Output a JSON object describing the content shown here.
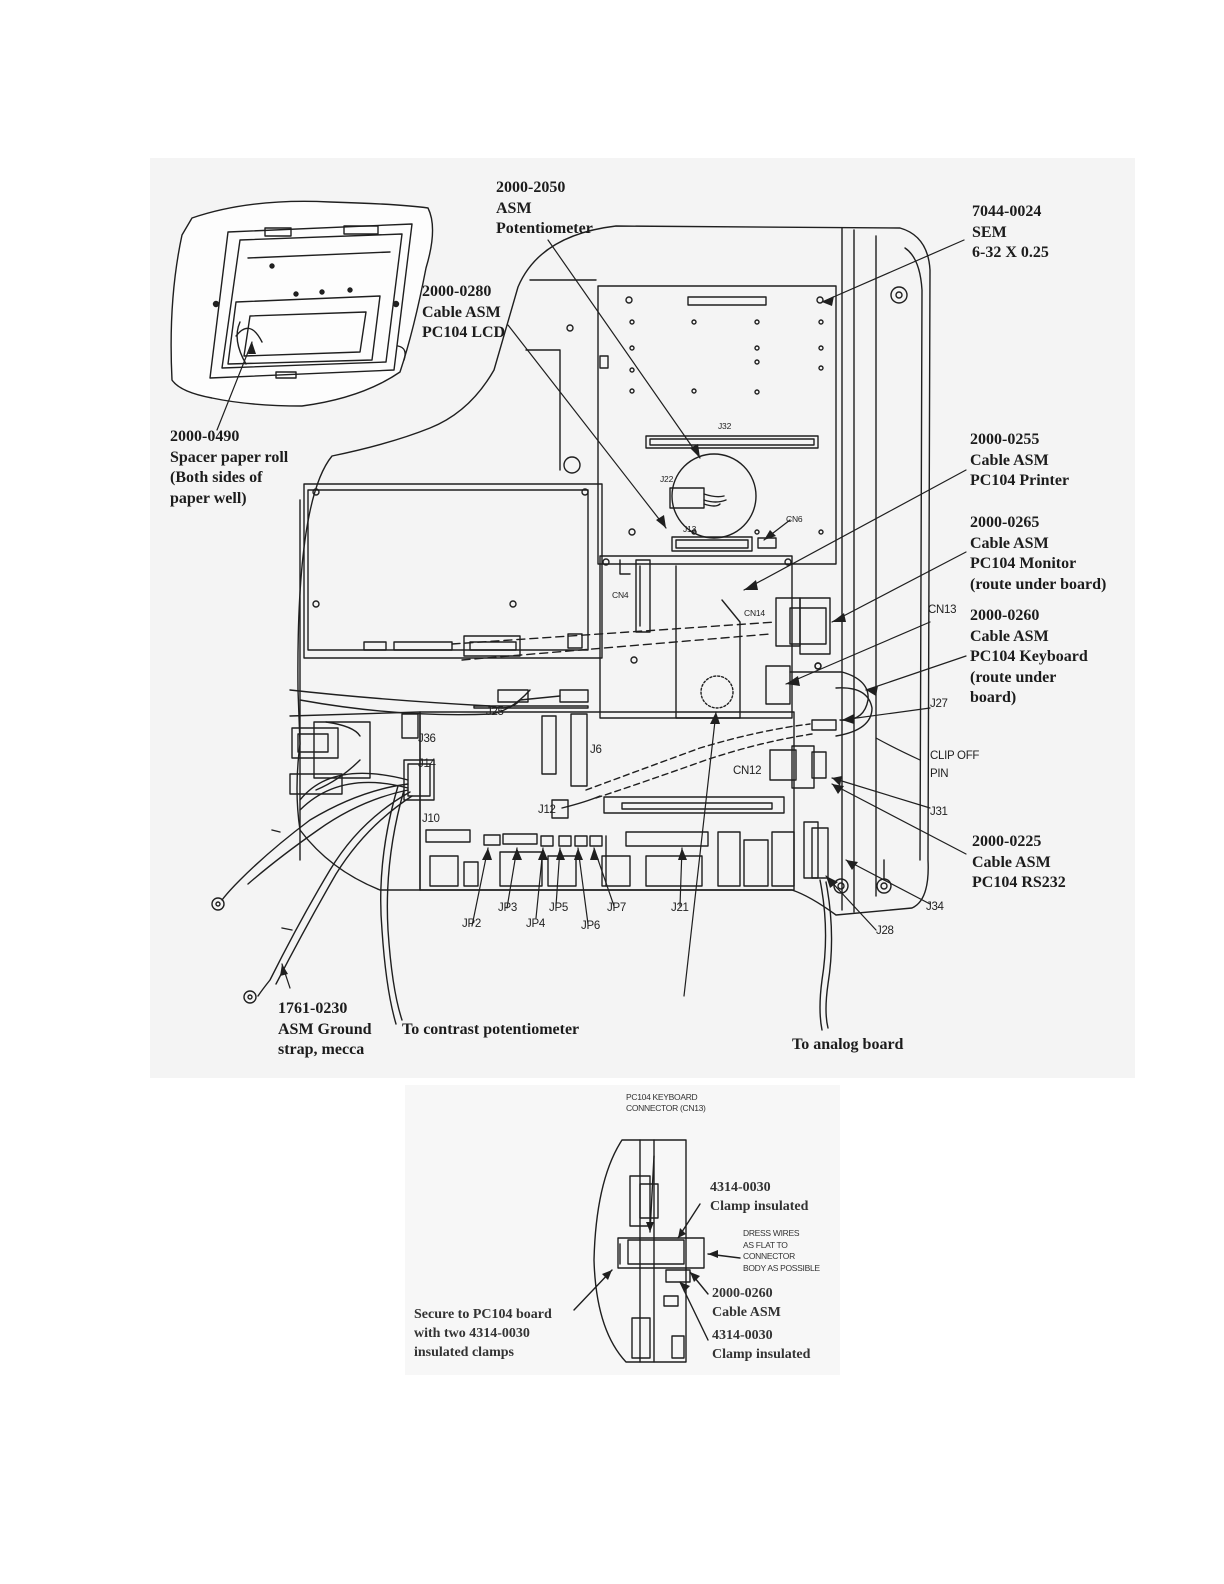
{
  "callouts": {
    "pot": [
      "2000-2050",
      "ASM",
      "Potentiometer"
    ],
    "sem": [
      "7044-0024",
      "SEM",
      "6-32 X 0.25"
    ],
    "lcd": [
      "2000-0280",
      "Cable ASM",
      "PC104 LCD"
    ],
    "spacer": [
      "2000-0490",
      "Spacer paper roll",
      "(Both sides of",
      "paper well)"
    ],
    "printer": [
      "2000-0255",
      "Cable ASM",
      "PC104 Printer"
    ],
    "monitor": [
      "2000-0265",
      "Cable ASM",
      "PC104 Monitor",
      "(route under board)"
    ],
    "keyboard": [
      "2000-0260",
      "Cable ASM",
      "PC104 Keyboard",
      "(route under",
      "board)"
    ],
    "rs232": [
      "2000-0225",
      "Cable ASM",
      "PC104 RS232"
    ],
    "ground": [
      "1761-0230",
      "ASM Ground",
      "strap, mecca"
    ],
    "contrast": "To contrast potentiometer",
    "analog": "To analog board"
  },
  "part_labels": {
    "cn13": "CN13",
    "j27": "J27",
    "clip_off": [
      "CLIP OFF",
      "PIN"
    ],
    "j31": "J31",
    "j34": "J34",
    "j28": "J28",
    "jp2": "JP2",
    "jp3": "JP3",
    "jp4": "JP4",
    "jp5": "JP5",
    "jp6": "JP6",
    "jp7": "JP7",
    "j21": "J21",
    "j10": "J10",
    "j12": "J12",
    "j6": "J6",
    "j36": "J36",
    "j14": "J14",
    "j25": "J25",
    "cn12": "CN12",
    "cn4": "CN4",
    "cn14": "CN14",
    "cn6": "CN6",
    "j13": "J13",
    "j22": "J22",
    "j32": "J32"
  },
  "detail": {
    "connector": [
      "PC104 KEYBOARD",
      "CONNECTOR (CN13)"
    ],
    "clamp_top": [
      "4314-0030",
      "Clamp insulated"
    ],
    "dress": [
      "DRESS WIRES",
      "AS FLAT TO",
      "CONNECTOR",
      "BODY AS POSSIBLE"
    ],
    "cable": [
      "2000-0260",
      "Cable ASM"
    ],
    "clamp_bottom": [
      "4314-0030",
      "Clamp insulated"
    ],
    "secure": [
      "Secure to PC104 board",
      "with two 4314-0030",
      "insulated clamps"
    ]
  }
}
